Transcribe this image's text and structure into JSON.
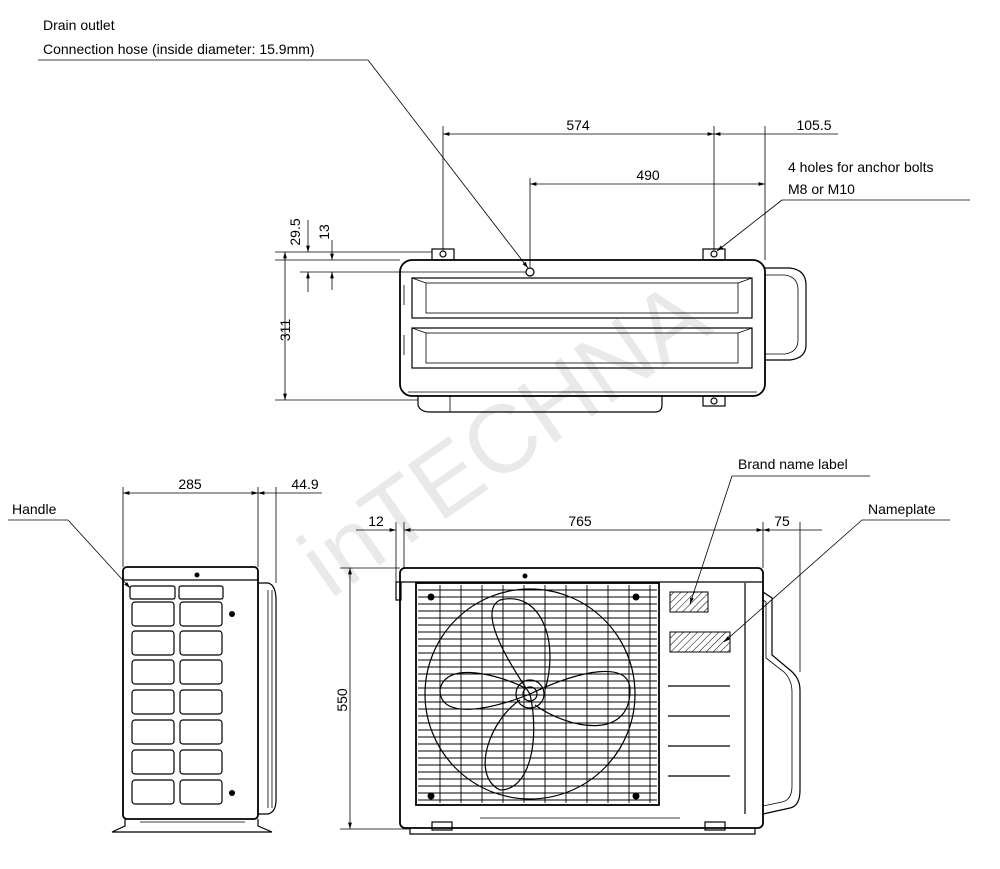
{
  "labels": {
    "drain_outlet": "Drain outlet",
    "connection_hose": "Connection hose (inside diameter: 15.9mm)",
    "anchor_holes": "4 holes for anchor bolts",
    "anchor_size": "M8 or M10",
    "handle": "Handle",
    "brand_label": "Brand name label",
    "nameplate": "Nameplate",
    "watermark": "inTECHNA"
  },
  "dimensions": {
    "top_574": "574",
    "top_105_5": "105.5",
    "top_490": "490",
    "top_29_5": "29.5",
    "top_13": "13",
    "top_311": "311",
    "side_285": "285",
    "side_44_9": "44.9",
    "front_12": "12",
    "front_765": "765",
    "front_75": "75",
    "front_550": "550"
  }
}
